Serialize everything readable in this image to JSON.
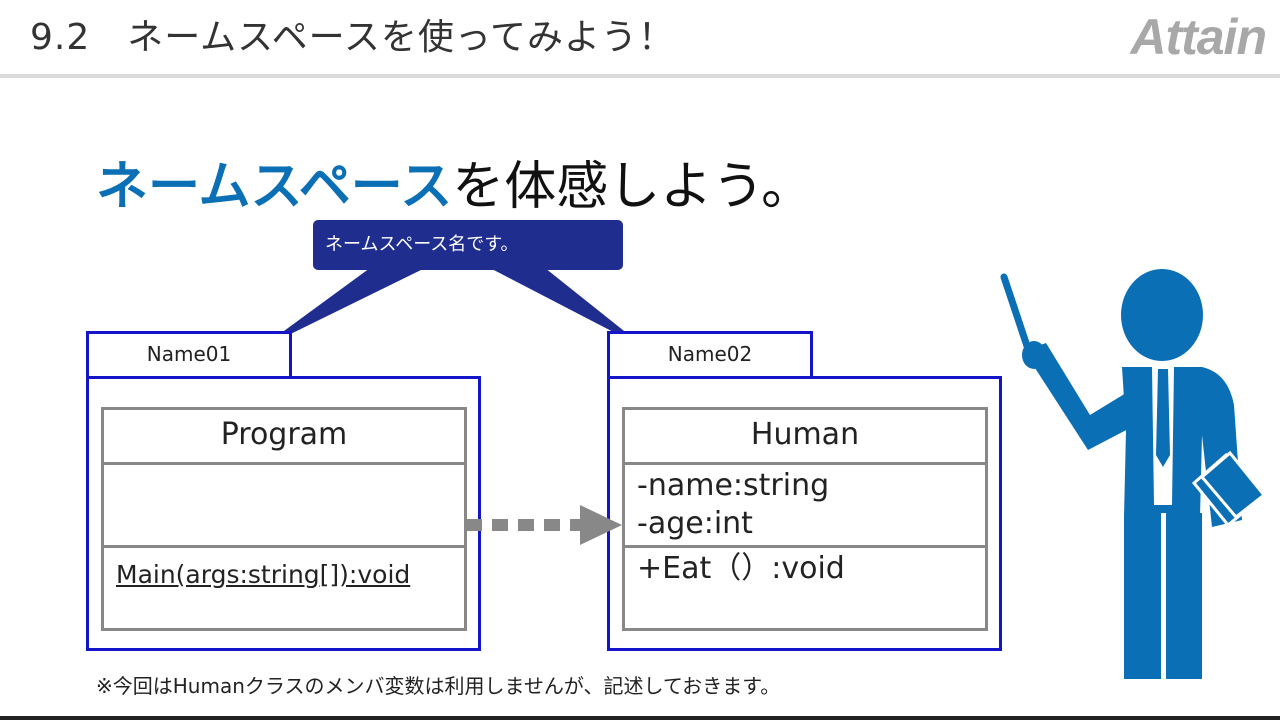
{
  "header": {
    "title": "9.2　ネームスペースを使ってみよう！",
    "logo": "Attain"
  },
  "heading": {
    "highlight": "ネームスペース",
    "rest": "を体感しよう。"
  },
  "callout": {
    "text": "ネームスペース名です。"
  },
  "diagram": {
    "namespaces": [
      {
        "name": "Name01",
        "class": {
          "name": "Program",
          "attributes": [],
          "methods": [
            "Main(args:string[]):void"
          ]
        }
      },
      {
        "name": "Name02",
        "class": {
          "name": "Human",
          "attributes": [
            "-name:string",
            "-age:int"
          ],
          "methods": [
            "+Eat（）:void"
          ]
        }
      }
    ]
  },
  "footnote": "※今回はHumanクラスのメンバ変数は利用しませんが、記述しておきます。",
  "colors": {
    "namespace_border": "#1414c8",
    "class_border": "#888888",
    "callout_bg": "#1f2d8f",
    "heading_highlight": "#0b6fb5",
    "figure": "#0b6fb5"
  },
  "icons": [
    "attain-logo",
    "presenter-figure-icon",
    "dependency-arrow"
  ]
}
